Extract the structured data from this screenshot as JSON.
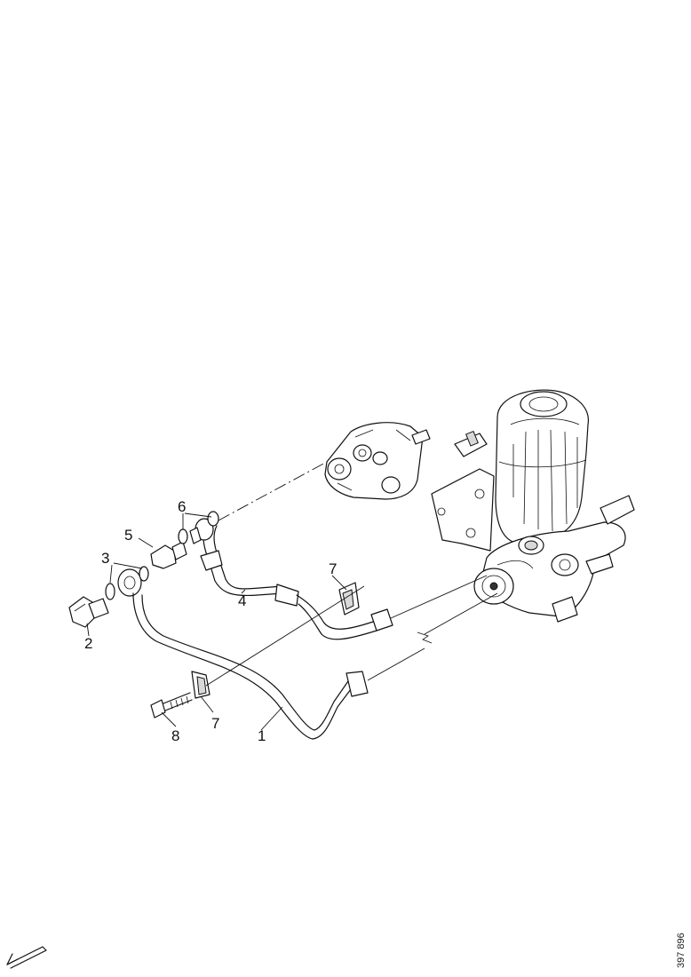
{
  "callouts": {
    "c1": "1",
    "c2": "2",
    "c3": "3",
    "c4": "4",
    "c5": "5",
    "c6": "6",
    "c7a": "7",
    "c7b": "7",
    "c8": "8"
  },
  "drawing_number": "397 896",
  "orientation_icon": "direction-arrow-icon"
}
